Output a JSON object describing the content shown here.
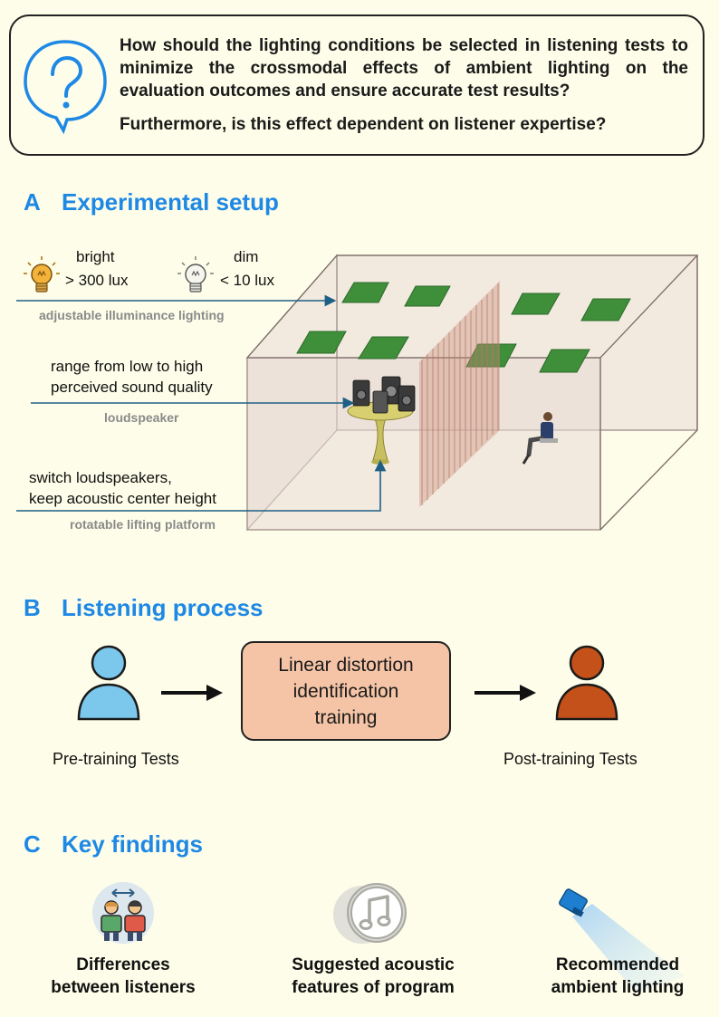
{
  "question": {
    "text1": "How should the lighting conditions be selected in listening tests to minimize the crossmodal effects of ambient lighting on the evaluation outcomes and ensure accurate test results?",
    "text2": "Furthermore, is this effect dependent on listener expertise?"
  },
  "sectionA": {
    "letter": "A",
    "title": "Experimental setup",
    "bright_label": "bright",
    "bright_value": "> 300 lux",
    "dim_label": "dim",
    "dim_value": "< 10 lux",
    "lighting_caption": "adjustable illuminance lighting",
    "speaker_desc_1": "range from low to high",
    "speaker_desc_2": "perceived sound quality",
    "speaker_caption": "loudspeaker",
    "platform_desc_1": "switch loudspeakers,",
    "platform_desc_2": "keep acoustic center height",
    "platform_caption": "rotatable lifting platform"
  },
  "sectionB": {
    "letter": "B",
    "title": "Listening process",
    "training_text": "Linear distortion identification training",
    "pre_label": "Pre-training Tests",
    "post_label": "Post-training Tests"
  },
  "sectionC": {
    "letter": "C",
    "title": "Key findings",
    "finding1_line1": "Differences",
    "finding1_line2": "between listeners",
    "finding2_line1": "Suggested acoustic",
    "finding2_line2": "features of  program",
    "finding3_line1": "Recommended",
    "finding3_line2": "ambient lighting"
  },
  "colors": {
    "section_title": "#1e88e5",
    "pre_person": "#7cc8ec",
    "post_person": "#c4501a",
    "training_box": "#f5c4a6",
    "leader_line": "#1f5f86",
    "light_panel": "#3e8e3a"
  },
  "icons": {
    "question": "question-bubble-icon",
    "bright_bulb": "lightbulb-on-icon",
    "dim_bulb": "lightbulb-off-icon",
    "listeners": "two-people-icon",
    "music": "music-note-icon",
    "spotlight": "spotlight-icon"
  }
}
